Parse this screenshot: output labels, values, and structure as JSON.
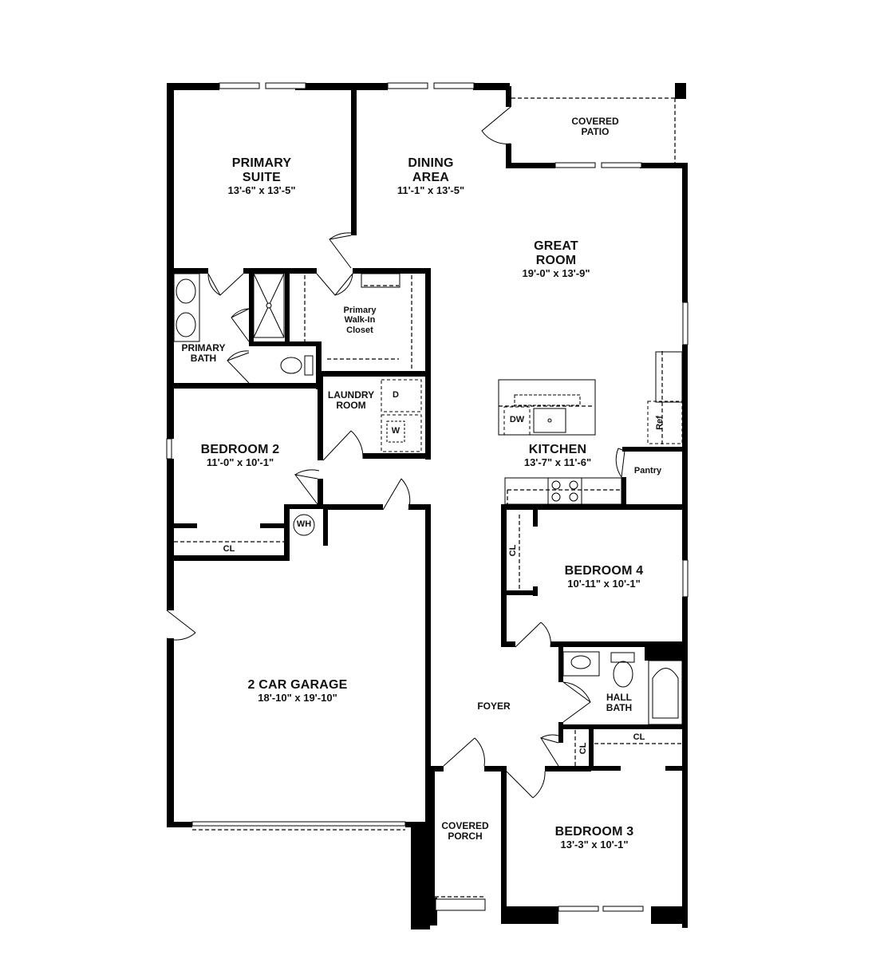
{
  "plan": {
    "rooms": [
      {
        "id": "primary-suite",
        "name_lines": [
          "PRIMARY",
          "SUITE"
        ],
        "dimensions": "13'-6\" x 13'-5\""
      },
      {
        "id": "dining-area",
        "name_lines": [
          "DINING",
          "AREA"
        ],
        "dimensions": "11'-1\" x 13'-5\""
      },
      {
        "id": "covered-patio",
        "name_lines": [
          "COVERED",
          "PATIO"
        ],
        "dimensions": ""
      },
      {
        "id": "great-room",
        "name_lines": [
          "GREAT",
          "ROOM"
        ],
        "dimensions": "19'-0\" x 13'-9\""
      },
      {
        "id": "primary-bath",
        "name_lines": [
          "PRIMARY",
          "BATH"
        ],
        "dimensions": ""
      },
      {
        "id": "primary-walk-in-closet",
        "name_lines": [
          "Primary",
          "Walk-In",
          "Closet"
        ],
        "dimensions": ""
      },
      {
        "id": "laundry-room",
        "name_lines": [
          "LAUNDRY",
          "ROOM"
        ],
        "dimensions": ""
      },
      {
        "id": "bedroom-2",
        "name_lines": [
          "BEDROOM 2"
        ],
        "dimensions": "11'-0\" x 10'-1\""
      },
      {
        "id": "kitchen",
        "name_lines": [
          "KITCHEN"
        ],
        "dimensions": "13'-7\" x 11'-6\""
      },
      {
        "id": "bedroom-4",
        "name_lines": [
          "BEDROOM 4"
        ],
        "dimensions": "10'-11\" x 10'-1\""
      },
      {
        "id": "garage",
        "name_lines": [
          "2 CAR GARAGE"
        ],
        "dimensions": "18'-10\" x 19'-10\""
      },
      {
        "id": "foyer",
        "name_lines": [
          "FOYER"
        ],
        "dimensions": ""
      },
      {
        "id": "hall-bath",
        "name_lines": [
          "HALL",
          "BATH"
        ],
        "dimensions": ""
      },
      {
        "id": "covered-porch",
        "name_lines": [
          "COVERED",
          "PORCH"
        ],
        "dimensions": ""
      },
      {
        "id": "bedroom-3",
        "name_lines": [
          "BEDROOM 3"
        ],
        "dimensions": "13'-3\" x 10'-1\""
      }
    ],
    "fixtures": {
      "dryer": "D",
      "washer": "W",
      "water_heater": "WH",
      "dishwasher": "DW",
      "refrigerator": "Ref",
      "pantry": "Pantry",
      "closet_bedroom2": "CL",
      "closet_bedroom4": "CL",
      "closet_hall_small": "CL",
      "closet_hall_linen": "CL"
    },
    "colors": {
      "wall": "#000000",
      "background": "#ffffff",
      "text": "#111111"
    }
  }
}
